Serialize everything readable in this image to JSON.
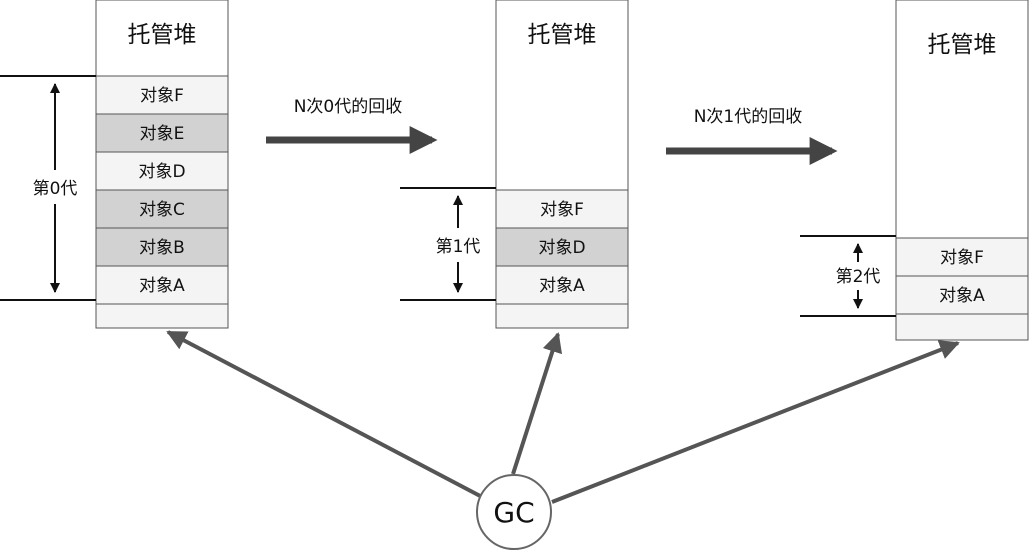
{
  "colors": {
    "cell_white": "#f4f4f4",
    "cell_gray": "#d2d2d2",
    "stroke": "#555555",
    "arrow": "#444444",
    "gc_fill": "#ffffff"
  },
  "heaps": [
    {
      "title": "托管堆",
      "generation_label": "第0代",
      "objects": [
        {
          "label": "对象F",
          "shaded": false
        },
        {
          "label": "对象E",
          "shaded": true
        },
        {
          "label": "对象D",
          "shaded": false
        },
        {
          "label": "对象C",
          "shaded": true
        },
        {
          "label": "对象B",
          "shaded": true
        },
        {
          "label": "对象A",
          "shaded": false
        }
      ]
    },
    {
      "title": "托管堆",
      "generation_label": "第1代",
      "objects": [
        {
          "label": "对象F",
          "shaded": false
        },
        {
          "label": "对象D",
          "shaded": true
        },
        {
          "label": "对象A",
          "shaded": false
        }
      ]
    },
    {
      "title": "托管堆",
      "generation_label": "第2代",
      "objects": [
        {
          "label": "对象F",
          "shaded": false
        },
        {
          "label": "对象A",
          "shaded": false
        }
      ]
    }
  ],
  "transitions": [
    {
      "label": "N次0代的回收"
    },
    {
      "label": "N次1代的回收"
    }
  ],
  "gc": {
    "label": "GC"
  }
}
